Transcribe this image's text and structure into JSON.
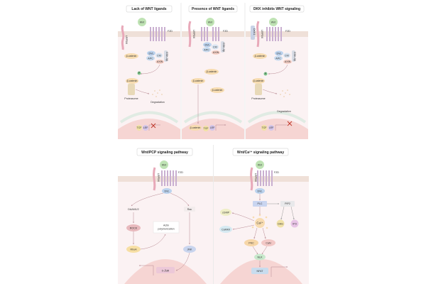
{
  "figure": {
    "top_panels": [
      {
        "title": "Lack of WNT ligands",
        "labels": {
          "receptor": "LRP5/6",
          "ligand": "Wnt",
          "fzd": "FZD",
          "bcat": "β-catenin",
          "dvl": "DVL",
          "ck1": "CKI",
          "apc": "APC",
          "axin": "AXIN",
          "gsk": "GSK-3β",
          "phos": "P",
          "bcat2": "β-catenin",
          "proteasome": "Proteasome",
          "degradation": "Degradation",
          "tcf": "TCF",
          "lef": "LEF"
        },
        "transcription_blocked": true
      },
      {
        "title": "Presence of WNT ligands",
        "labels": {
          "receptor": "LRP5/6",
          "ligand": "Wnt",
          "fzd": "FZD",
          "dvl": "DVL",
          "ck1": "CKI",
          "apc": "APC",
          "axin": "AXIN",
          "gsk": "GSK-3β",
          "bcat_a": "β-catenin",
          "bcat_b": "β-catenin",
          "bcat_c": "β-catenin",
          "bcat_n": "β-catenin",
          "tcf": "TCF",
          "lef": "LEF"
        },
        "transcription_blocked": false
      },
      {
        "title": "DKK inhibits WNT signaling",
        "labels": {
          "dkk": "DKK1",
          "receptor": "LRP5/6",
          "ligand": "Wnt",
          "fzd": "FZD",
          "bcat": "β-catenin",
          "dvl": "DVL",
          "ck1": "CKI",
          "apc": "APC",
          "axin": "AXIN",
          "gsk": "GSK-3β",
          "phos": "P",
          "bcat2": "β-catenin",
          "proteasome": "Proteasome",
          "degradation": "Degradation",
          "tcf": "TCF",
          "lef": "LEF"
        },
        "transcription_blocked": true
      }
    ],
    "pcp_panel": {
      "title": "Wnt/PCP signaling pathway",
      "labels": {
        "ligand": "Wnt",
        "receptor": "LRP5/6",
        "fzd": "FZD",
        "dvl": "DVL",
        "daam": "DAAM1/2",
        "rac": "Rac",
        "rock": "ROCK",
        "actin": "Actin polymerization",
        "rhoa": "RhoA",
        "jnk": "JNK",
        "cjun": "c-Jun"
      }
    },
    "ca_panel": {
      "title": "Wnt/Ca²⁺ signaling pathway",
      "labels": {
        "ligand": "Wnt",
        "receptor": "LRP5/6",
        "fzd": "FZD",
        "dvl": "DVL",
        "plc": "PLC",
        "pip2": "PIP2",
        "cgmp": "cGMP",
        "camkii": "CaMKII",
        "ca": "Ca²⁺",
        "dag": "DAG",
        "ip3": "IP3",
        "pkc": "PKC",
        "can": "CaN",
        "nlk": "NLK",
        "nfat": "NFAT"
      }
    },
    "colors": {
      "wnt": "#bfe3b4",
      "dvl": "#bcd3ee",
      "apc": "#c9dcf0",
      "ck1": "#d8e4f2",
      "axin": "#f6d0c6",
      "gsk": "#d9dde6",
      "bcat": "#f7dcb0",
      "phos": "#7cc58a",
      "tcf": "#f2e2a4",
      "lef": "#d4c6ea",
      "fzd": "#d9c4dc",
      "membrane": "#ecd8cf",
      "cytoplasm": "#fbeff0",
      "nucleus": "#f6d5d3",
      "rock": "#e8b9bd",
      "rhoa": "#f7dfa4",
      "jnk": "#c9d5ee",
      "cjun": "#ecc8d8",
      "plc": "#c9d5f0",
      "pip2": "#e8e8ea",
      "cgmp": "#efeec6",
      "camkii": "#d6eaf2",
      "ca": "#f8dcb0",
      "dag": "#f1e2a8",
      "ip3": "#e8c4e6",
      "pkc": "#f6d6a7",
      "can": "#f2c8c6",
      "nlk": "#c8e9cc",
      "nfat": "#c8dcee",
      "block": "#c0392b"
    }
  }
}
